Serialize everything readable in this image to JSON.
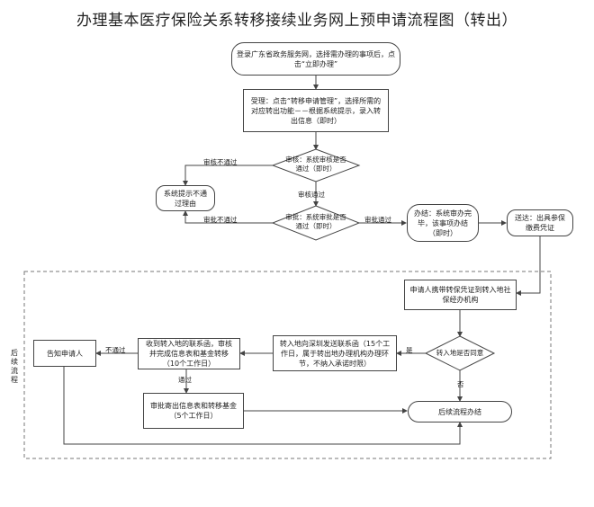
{
  "title": "办理基本医疗保险关系转移接续业务网上预申请流程图（转出）",
  "nodes": {
    "start": "登录广东省政务服务网，选择需办理的事项后，点击“立即办理”",
    "accept": "受理：点击“转移申请管理”，选择所需的对应转出功能－－根据系统提示，录入转出信息（即时）",
    "review": "审核：系统审核是否通过（即时）",
    "reject_reason": "系统提示不通过理由",
    "approve": "审批：系统审批是否通过（即时）",
    "handle": "办结：系统审办完毕，该事项办结（即时）",
    "deliver": "送达：出具参保缴费凭证",
    "applicant_bring": "申请人携带转保凭证到转入地社保经办机构",
    "agree": "转入地是否同意",
    "send_contact": "转入地向深圳发送联系函（15个工作日，属于转出地办理机构办理环节，不纳入承诺时限）",
    "receive_contact": "收到转入地的联系函，审核并完成信息表和基金转移（10个工作日）",
    "notify": "告知申请人",
    "approve_send": "审批寄出信息表和转移基金（5个工作日）",
    "follow_end": "后续流程办结"
  },
  "labels": {
    "review_fail": "审核不通过",
    "review_pass": "审核通过",
    "approve_fail": "审批不通过",
    "approve_pass": "审批通过",
    "yes": "是",
    "no": "否",
    "not_pass": "不通过",
    "pass": "通过",
    "subsequent": "后续流程"
  }
}
